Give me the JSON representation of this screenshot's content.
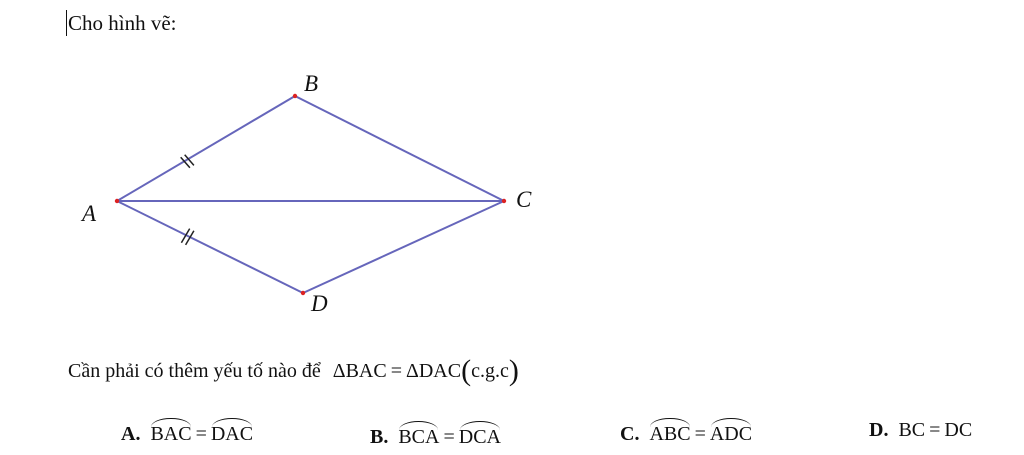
{
  "intro": "Cho hình vẽ:",
  "figure": {
    "labels": {
      "A": "A",
      "B": "B",
      "C": "C",
      "D": "D"
    },
    "line_color": "#6666bb",
    "point_color": "#dd2222"
  },
  "question": {
    "text": "Cần phải có thêm yếu tố nào để",
    "left": "ΔBAC",
    "equals": "=",
    "right": "ΔDAC",
    "criterion": "c.g.c"
  },
  "options": [
    {
      "letter": "A.",
      "left": "BAC",
      "eq": "=",
      "right": "DAC"
    },
    {
      "letter": "B.",
      "left": "BCA",
      "eq": "=",
      "right": "DCA"
    },
    {
      "letter": "C.",
      "left": "ABC",
      "eq": "=",
      "right": "ADC"
    },
    {
      "letter": "D.",
      "left": "BC",
      "eq": "=",
      "right": "DC"
    }
  ]
}
